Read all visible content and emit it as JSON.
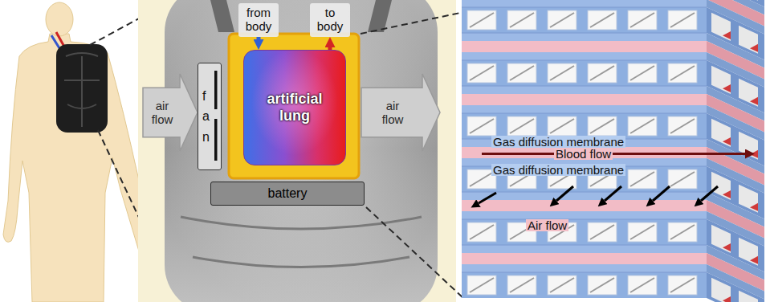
{
  "diagram": {
    "nodes": [
      {
        "text": [
          "from body"
        ]
      },
      {
        "text": [
          "to body"
        ]
      },
      {
        "text": [
          "air flow"
        ]
      },
      {
        "text": [
          "fan"
        ]
      },
      {
        "text": [
          "artificial lung"
        ]
      },
      {
        "text": [
          "air flow"
        ]
      },
      {
        "text": [
          "battery"
        ]
      }
    ],
    "edges": [
      {
        "from": 0,
        "to": 4,
        "arrow": "to"
      },
      {
        "from": 4,
        "to": 1,
        "arrow": "to"
      }
    ],
    "labels": [
      "Gas diffusion membrane",
      "Blood flow",
      "Gas diffusion membrane",
      "Air flow"
    ]
  }
}
